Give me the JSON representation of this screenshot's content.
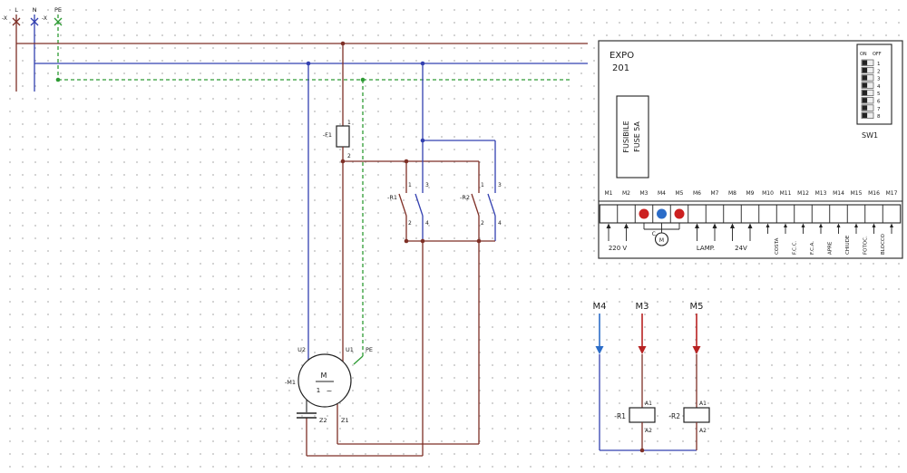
{
  "supply": {
    "neg_x_left": "-X",
    "l": "L",
    "n": "N",
    "neg_x_right": "-X",
    "pe": "PE"
  },
  "fuse": {
    "label": "-F1",
    "pin_top": "1",
    "pin_bottom": "2"
  },
  "r1": {
    "label": "-R1",
    "p1": "1",
    "p2": "2",
    "p3": "3",
    "p4": "4"
  },
  "r2": {
    "label": "-R2",
    "p1": "1",
    "p2": "2",
    "p3": "3",
    "p4": "4"
  },
  "motor": {
    "label": "-M1",
    "u2": "U2",
    "u1": "U1",
    "pe": "PE",
    "letter": "M",
    "phase": "1",
    "tilde": "~",
    "z2": "Z2",
    "z1": "Z1"
  },
  "board": {
    "title_line1": "EXPO",
    "title_line2": "201",
    "fusebox": {
      "line1": "FUSIBILE",
      "line2": "FUSE 5A"
    },
    "dip": {
      "on": "ON",
      "off": "OFF",
      "numbers": [
        "1",
        "2",
        "3",
        "4",
        "5",
        "6",
        "7",
        "8"
      ],
      "name": "SW1"
    },
    "terminals": [
      "M1",
      "M2",
      "M3",
      "M4",
      "M5",
      "M6",
      "M7",
      "M8",
      "M9",
      "M10",
      "M11",
      "M12",
      "M13",
      "M14",
      "M15",
      "M16",
      "M17"
    ],
    "labels": {
      "v220": "220 V",
      "c": "C",
      "motor": "M",
      "lamp": "LAMP.",
      "v24": "24V"
    },
    "vertical_labels": [
      "COSTA",
      "F.C.C.",
      "F.C.A.",
      "APRE",
      "CHIUDE",
      "FOTOC.",
      "BLOCCO"
    ]
  },
  "detail": {
    "m4": "M4",
    "m3": "M3",
    "m5": "M5",
    "r1": {
      "label": "-R1",
      "a1": "A1",
      "a2": "A2"
    },
    "r2": {
      "label": "-R2",
      "a1": "A1",
      "a2": "A2"
    }
  },
  "colors": {
    "wire_red": "#7e2f26",
    "wire_blue": "#3340b0",
    "wire_green": "#2e9b34",
    "terminal_red": "#cc2020",
    "terminal_blue": "#2b6cc8",
    "arrow_red": "#b72121",
    "arrow_blue": "#2b6cc8"
  }
}
